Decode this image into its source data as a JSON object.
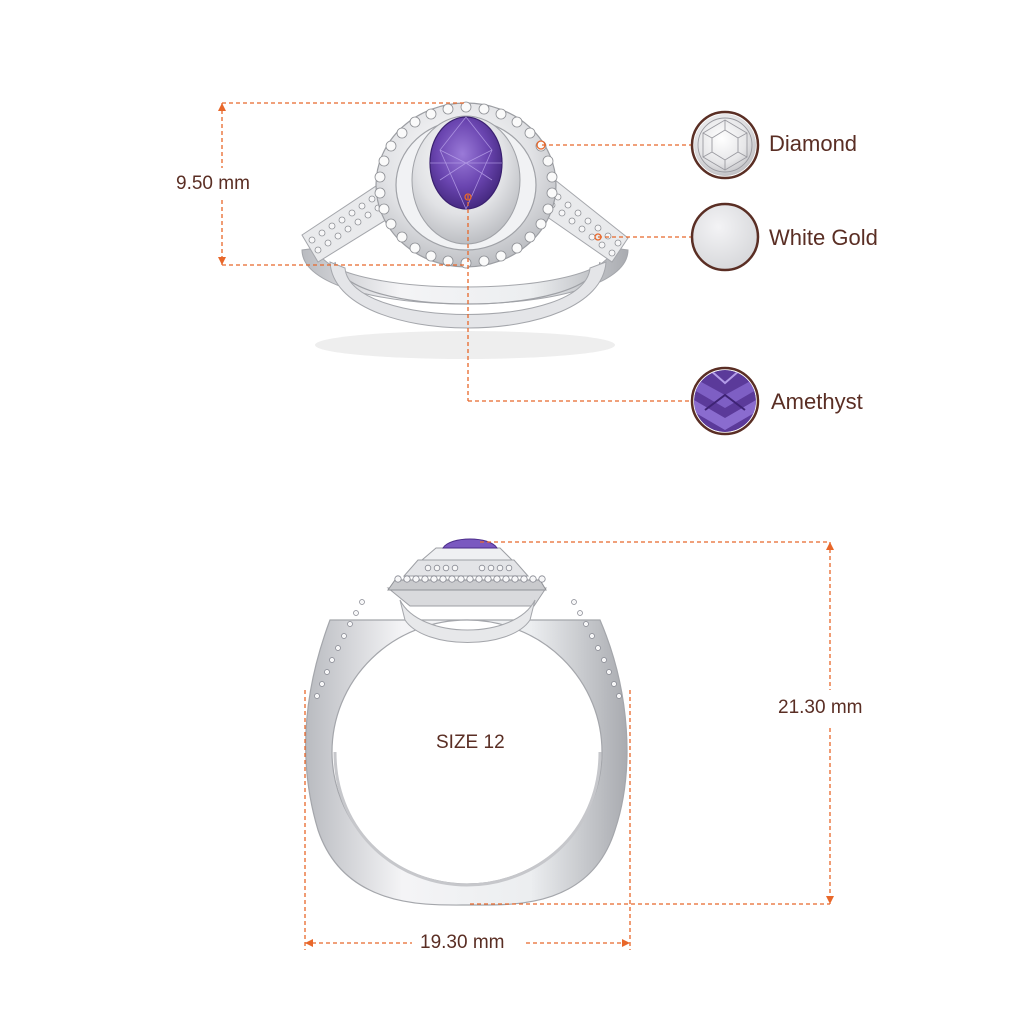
{
  "dimensions": {
    "height": "9.50 mm",
    "width": "19.30 mm",
    "total_height": "21.30 mm"
  },
  "ring_size": "SIZE 12",
  "legend": [
    {
      "label": "Diamond",
      "icon": "diamond-swatch-icon",
      "color": "#e9e9e9"
    },
    {
      "label": "White Gold",
      "icon": "white-gold-swatch-icon",
      "color": "#e2e2e4"
    },
    {
      "label": "Amethyst",
      "icon": "amethyst-swatch-icon",
      "color": "#5b3a9a"
    }
  ],
  "colors": {
    "dimension_line": "#e8672a",
    "text": "#5a2e24",
    "swatch_border": "#5a2e24",
    "metal": "#dcdde0",
    "amethyst": "#6a45b0"
  }
}
